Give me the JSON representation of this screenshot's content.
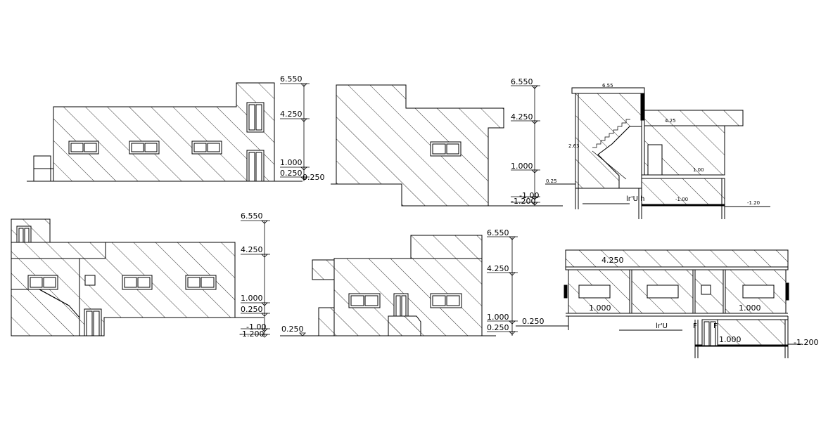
{
  "drawing": {
    "background": "#ffffff",
    "line_color": "#000000",
    "hatch_pattern": "diagonal-45"
  },
  "elevation_1": {
    "levels": [
      "6.550",
      "4.250",
      "1.000",
      "0.250"
    ],
    "ground_level": "0.250"
  },
  "elevation_2": {
    "levels": [
      "6.550",
      "4.250",
      "1.000",
      "-1.00",
      "-1.200"
    ]
  },
  "section_1": {
    "roof_level": "6.55",
    "upper_level": "4.25",
    "landing_level": "2.63",
    "floor_level": "1.00",
    "entry_level": "0.25",
    "basement_level": "-1.00",
    "basement_floor": "-1.20",
    "label": "lr'U h"
  },
  "elevation_3": {
    "levels": [
      "6.550",
      "4.250",
      "1.000",
      "0.250",
      "-1.00",
      "-1.200"
    ]
  },
  "elevation_4": {
    "levels": [
      "6.550",
      "4.250",
      "1.000",
      "0.250"
    ],
    "ground_level": "0.250"
  },
  "section_2": {
    "upper_level": "4.250",
    "floor_level_left": "1.000",
    "floor_level_right": "1.000",
    "lower_level": "1.000",
    "ground_level": "0.250",
    "basement_floor": "-1.200",
    "label_a": "lr'U",
    "label_b": "F",
    "label_c": "F"
  }
}
